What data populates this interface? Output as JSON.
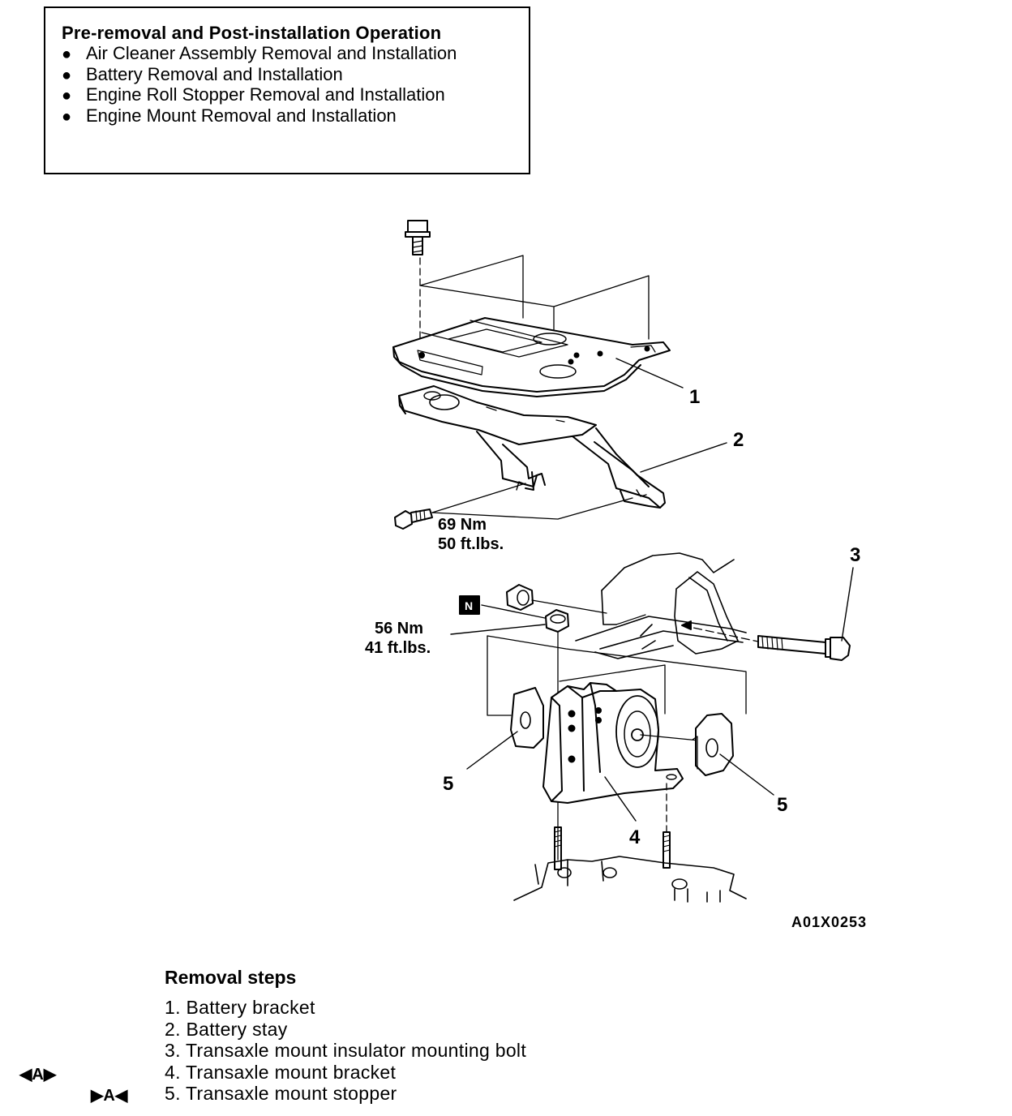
{
  "operation_box": {
    "title": "Pre-removal and Post-installation Operation",
    "items": [
      "Air Cleaner Assembly Removal and Installation",
      "Battery Removal and Installation",
      "Engine Roll Stopper Removal and Installation",
      "Engine Mount Removal and Installation"
    ]
  },
  "diagram": {
    "callouts": [
      "1",
      "2",
      "3",
      "4",
      "5",
      "5"
    ],
    "torque_upper": {
      "metric": "69 Nm",
      "imperial": "50 ft.lbs."
    },
    "torque_lower": {
      "metric": "56 Nm",
      "imperial": "41 ft.lbs."
    },
    "n_badge": "N",
    "figure_id": "A01X0253"
  },
  "removal_steps": {
    "title": "Removal steps",
    "steps": [
      "1. Battery bracket",
      "2. Battery stay",
      "3. Transaxle mount insulator mounting bolt",
      "4. Transaxle mount bracket",
      "5. Transaxle mount stopper"
    ]
  },
  "service_marks": {
    "removal_mark": "◀A▶",
    "installation_mark": "▶A◀"
  }
}
